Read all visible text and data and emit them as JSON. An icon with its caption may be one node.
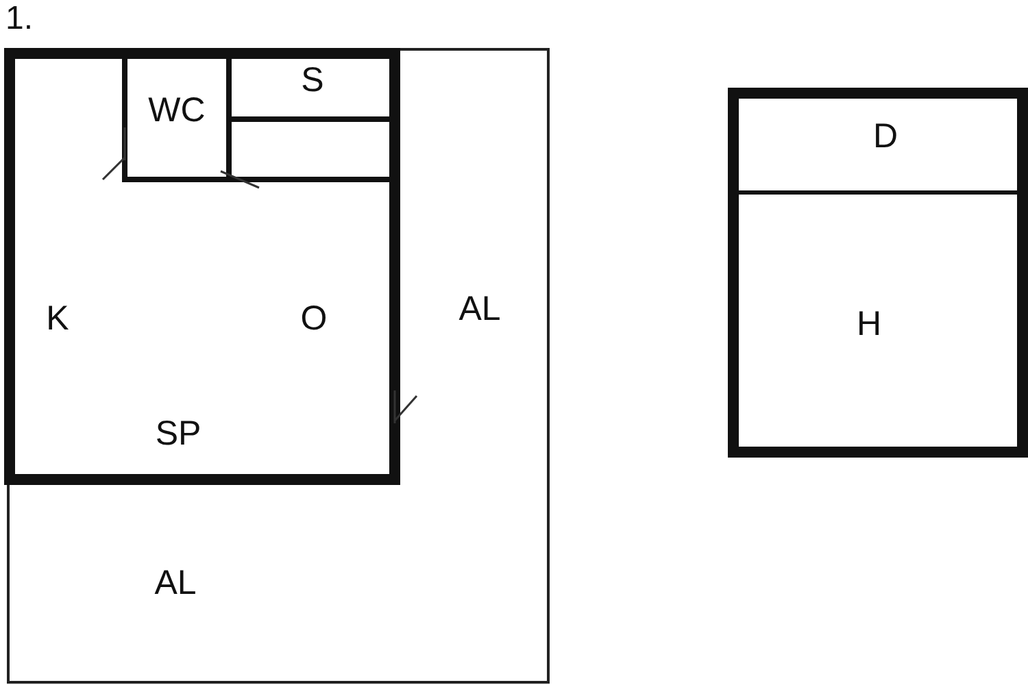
{
  "diagram": {
    "nodes": [
      {
        "text": [
          "AL",
          "AL"
        ]
      },
      {
        "text": [
          "K",
          "O",
          "SP"
        ],
        "in": 0
      },
      {
        "text": [
          "WC"
        ],
        "in": 1
      },
      {
        "text": [
          "S"
        ],
        "in": 1
      },
      {
        "text": [
          "D"
        ]
      },
      {
        "text": [
          "H"
        ]
      }
    ],
    "labels": [
      "1."
    ]
  }
}
